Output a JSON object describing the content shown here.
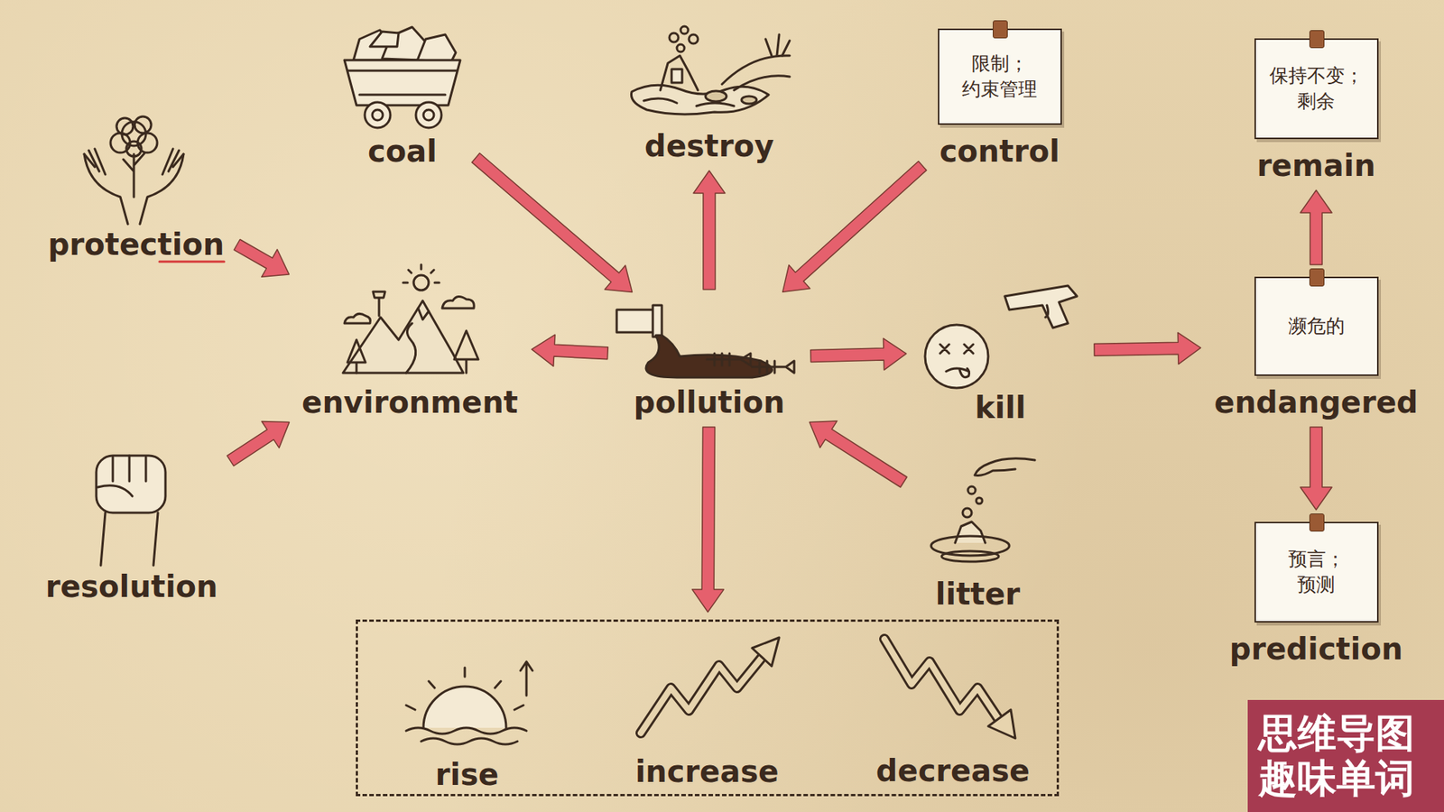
{
  "diagram": {
    "nodes": [
      {
        "text": [
          "coal"
        ]
      },
      {
        "text": [
          "destroy"
        ]
      },
      {
        "text": [
          "限制； 约束管理",
          "control"
        ]
      },
      {
        "text": [
          "保持不变； 剩余",
          "remain"
        ]
      },
      {
        "text": [
          "protection"
        ]
      },
      {
        "text": [
          "environment"
        ]
      },
      {
        "text": [
          "pollution"
        ]
      },
      {
        "text": [
          "kill"
        ]
      },
      {
        "text": [
          "濒危的",
          "endangered"
        ]
      },
      {
        "text": [
          "resolution"
        ]
      },
      {
        "text": [
          "litter"
        ]
      },
      {
        "text": [
          "预言； 预测",
          "prediction"
        ]
      },
      {
        "text": []
      },
      {
        "text": [
          "rise"
        ],
        "in": 12
      },
      {
        "text": [
          "increase"
        ],
        "in": 12
      },
      {
        "text": [
          "decrease"
        ],
        "in": 12
      }
    ],
    "edges": [
      {
        "from": 0,
        "to": 6,
        "arrow": "to"
      },
      {
        "from": 6,
        "to": 1,
        "arrow": "to"
      },
      {
        "from": 2,
        "to": 6,
        "arrow": "to"
      },
      {
        "from": 4,
        "to": 5,
        "arrow": "to"
      },
      {
        "from": 6,
        "to": 5,
        "arrow": "to"
      },
      {
        "from": 6,
        "to": 7,
        "arrow": "to"
      },
      {
        "from": 9,
        "to": 5,
        "arrow": "to"
      },
      {
        "from": 10,
        "to": 6,
        "arrow": "to"
      },
      {
        "from": 7,
        "to": 8,
        "arrow": "to"
      },
      {
        "from": 8,
        "to": 3,
        "arrow": "to"
      },
      {
        "from": 8,
        "to": 11,
        "arrow": "to"
      },
      {
        "from": 6,
        "to": 12,
        "arrow": "to"
      }
    ],
    "labels": [
      "思维导图 趣味单词"
    ]
  }
}
